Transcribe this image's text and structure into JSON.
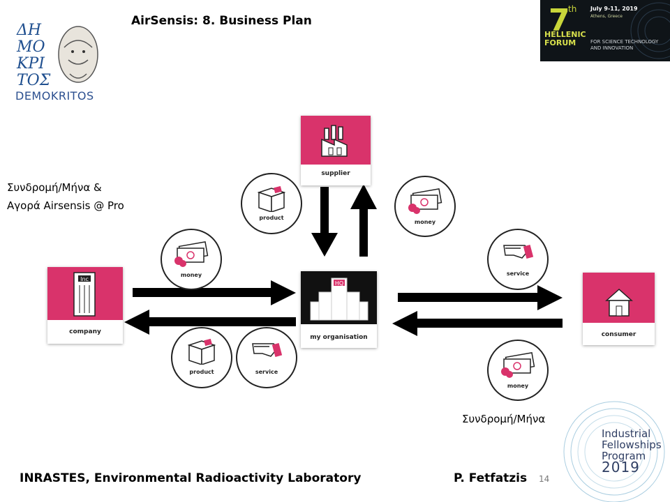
{
  "header": {
    "title": "AirSensis: 8. Business Plan",
    "logo_left_text": "DEMOKRITOS",
    "logo_left_mark": "ΔΗΜΟΚΡΙΤΟΣ",
    "logo_right": {
      "number": "7",
      "suffix": "th",
      "dates": "July 9-11, 2019",
      "city": "Athens, Greece",
      "name_line1": "HELLENIC",
      "name_line2": "FORUM",
      "subtitle_line1": "FOR SCIENCE TECHNOLOGY",
      "subtitle_line2": "AND INNOVATION"
    }
  },
  "labels": {
    "left_line1": "Συνδρομή/Μήνα &",
    "left_line2": "Αγορά Airsensis @ Pro",
    "right": "Συνδρομή/Μήνα"
  },
  "nodes": {
    "supplier": "supplier",
    "company": "company",
    "my_org": "my organisation",
    "consumer": "consumer",
    "company_tag": "Inc",
    "org_tag": "HQ"
  },
  "flows": {
    "product_top": "product",
    "money_top": "money",
    "money_left": "money",
    "product_bottom": "product",
    "service_bottom": "service",
    "service_right": "service",
    "money_right": "money"
  },
  "footer": {
    "left": "INRASTES, Environmental Radioactivity Laboratory",
    "right": "P. Fetfatzis",
    "page": "14",
    "program_line1": "Industrial",
    "program_line2": "Fellowships",
    "program_line3": "Program",
    "program_year": "2019"
  },
  "colors": {
    "accent": "#d9336b",
    "hq": "#111111",
    "arrow": "#000000"
  }
}
